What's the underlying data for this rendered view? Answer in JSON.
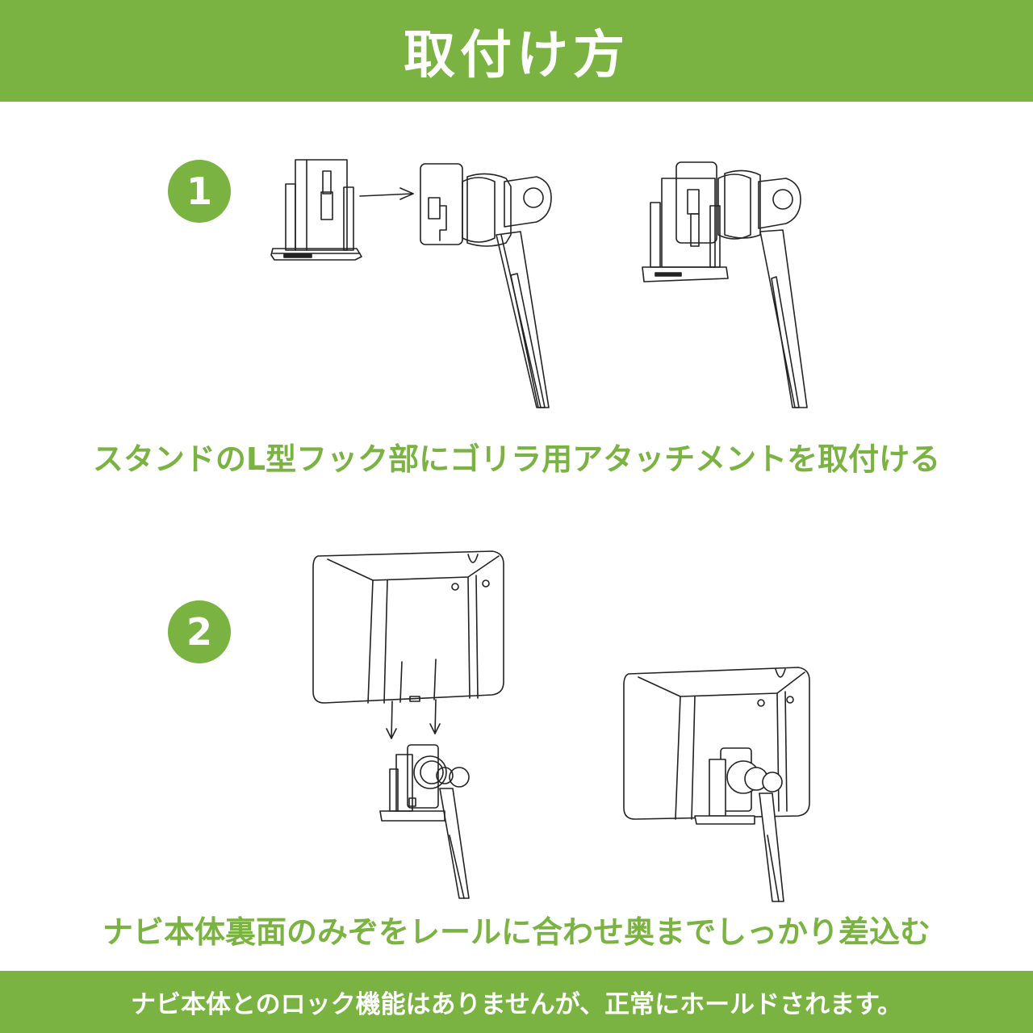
{
  "header": {
    "title": "取付け方"
  },
  "steps": [
    {
      "number": "1",
      "caption": "スタンドのL型フック部にゴリラ用アタッチメントを取付ける"
    },
    {
      "number": "2",
      "caption": "ナビ本体裏面のみぞをレールに合わせ奥までしっかり差込む"
    }
  ],
  "footer": {
    "note": "ナビ本体とのロック機能はありませんが、正常にホールドされます。"
  },
  "colors": {
    "accent": "#7ab342",
    "line": "#222222"
  }
}
